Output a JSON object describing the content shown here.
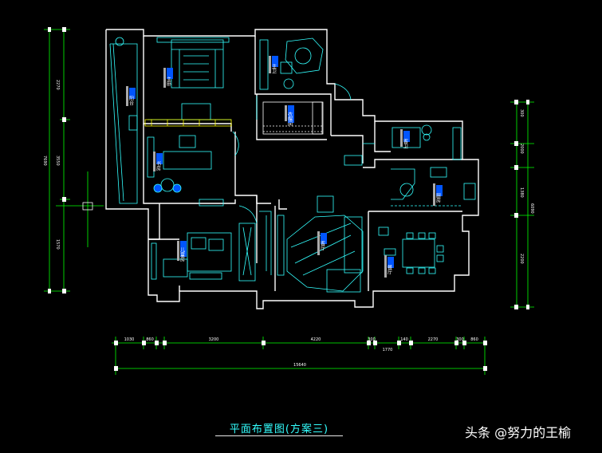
{
  "drawing": {
    "title": "平面布置图(方案三)",
    "watermark": "头条 @努力的王榆"
  },
  "dimensions": {
    "left_vertical": [
      "2270",
      "3550",
      "1570"
    ],
    "left_total": "7690",
    "right_vertical": [
      "300",
      "2000",
      "1380",
      "2200"
    ],
    "right_total": "6090",
    "bottom_segments": [
      "1030",
      "860",
      "3200",
      "4220",
      "300",
      "1770",
      "140",
      "2270",
      "300",
      "860"
    ],
    "bottom_total": "15640"
  },
  "rooms": {
    "master_bedroom": "主卧",
    "master_bath": "主卫",
    "wardrobe": "衣帽间",
    "balcony": "阳台",
    "study": "书房",
    "kids_room": "儿童房",
    "living_room": "客厅",
    "guest_bath": "客卫",
    "kitchen": "厨房",
    "dining_room": "餐厅"
  },
  "colors": {
    "wall": "#ffffff",
    "furniture": "#33ffff",
    "dimension_line": "#00ff00",
    "dim_mark": "#ffffff",
    "accent": "#ffff00",
    "label_blue": "#0055ff",
    "label_bar": "#aaaaaa"
  }
}
